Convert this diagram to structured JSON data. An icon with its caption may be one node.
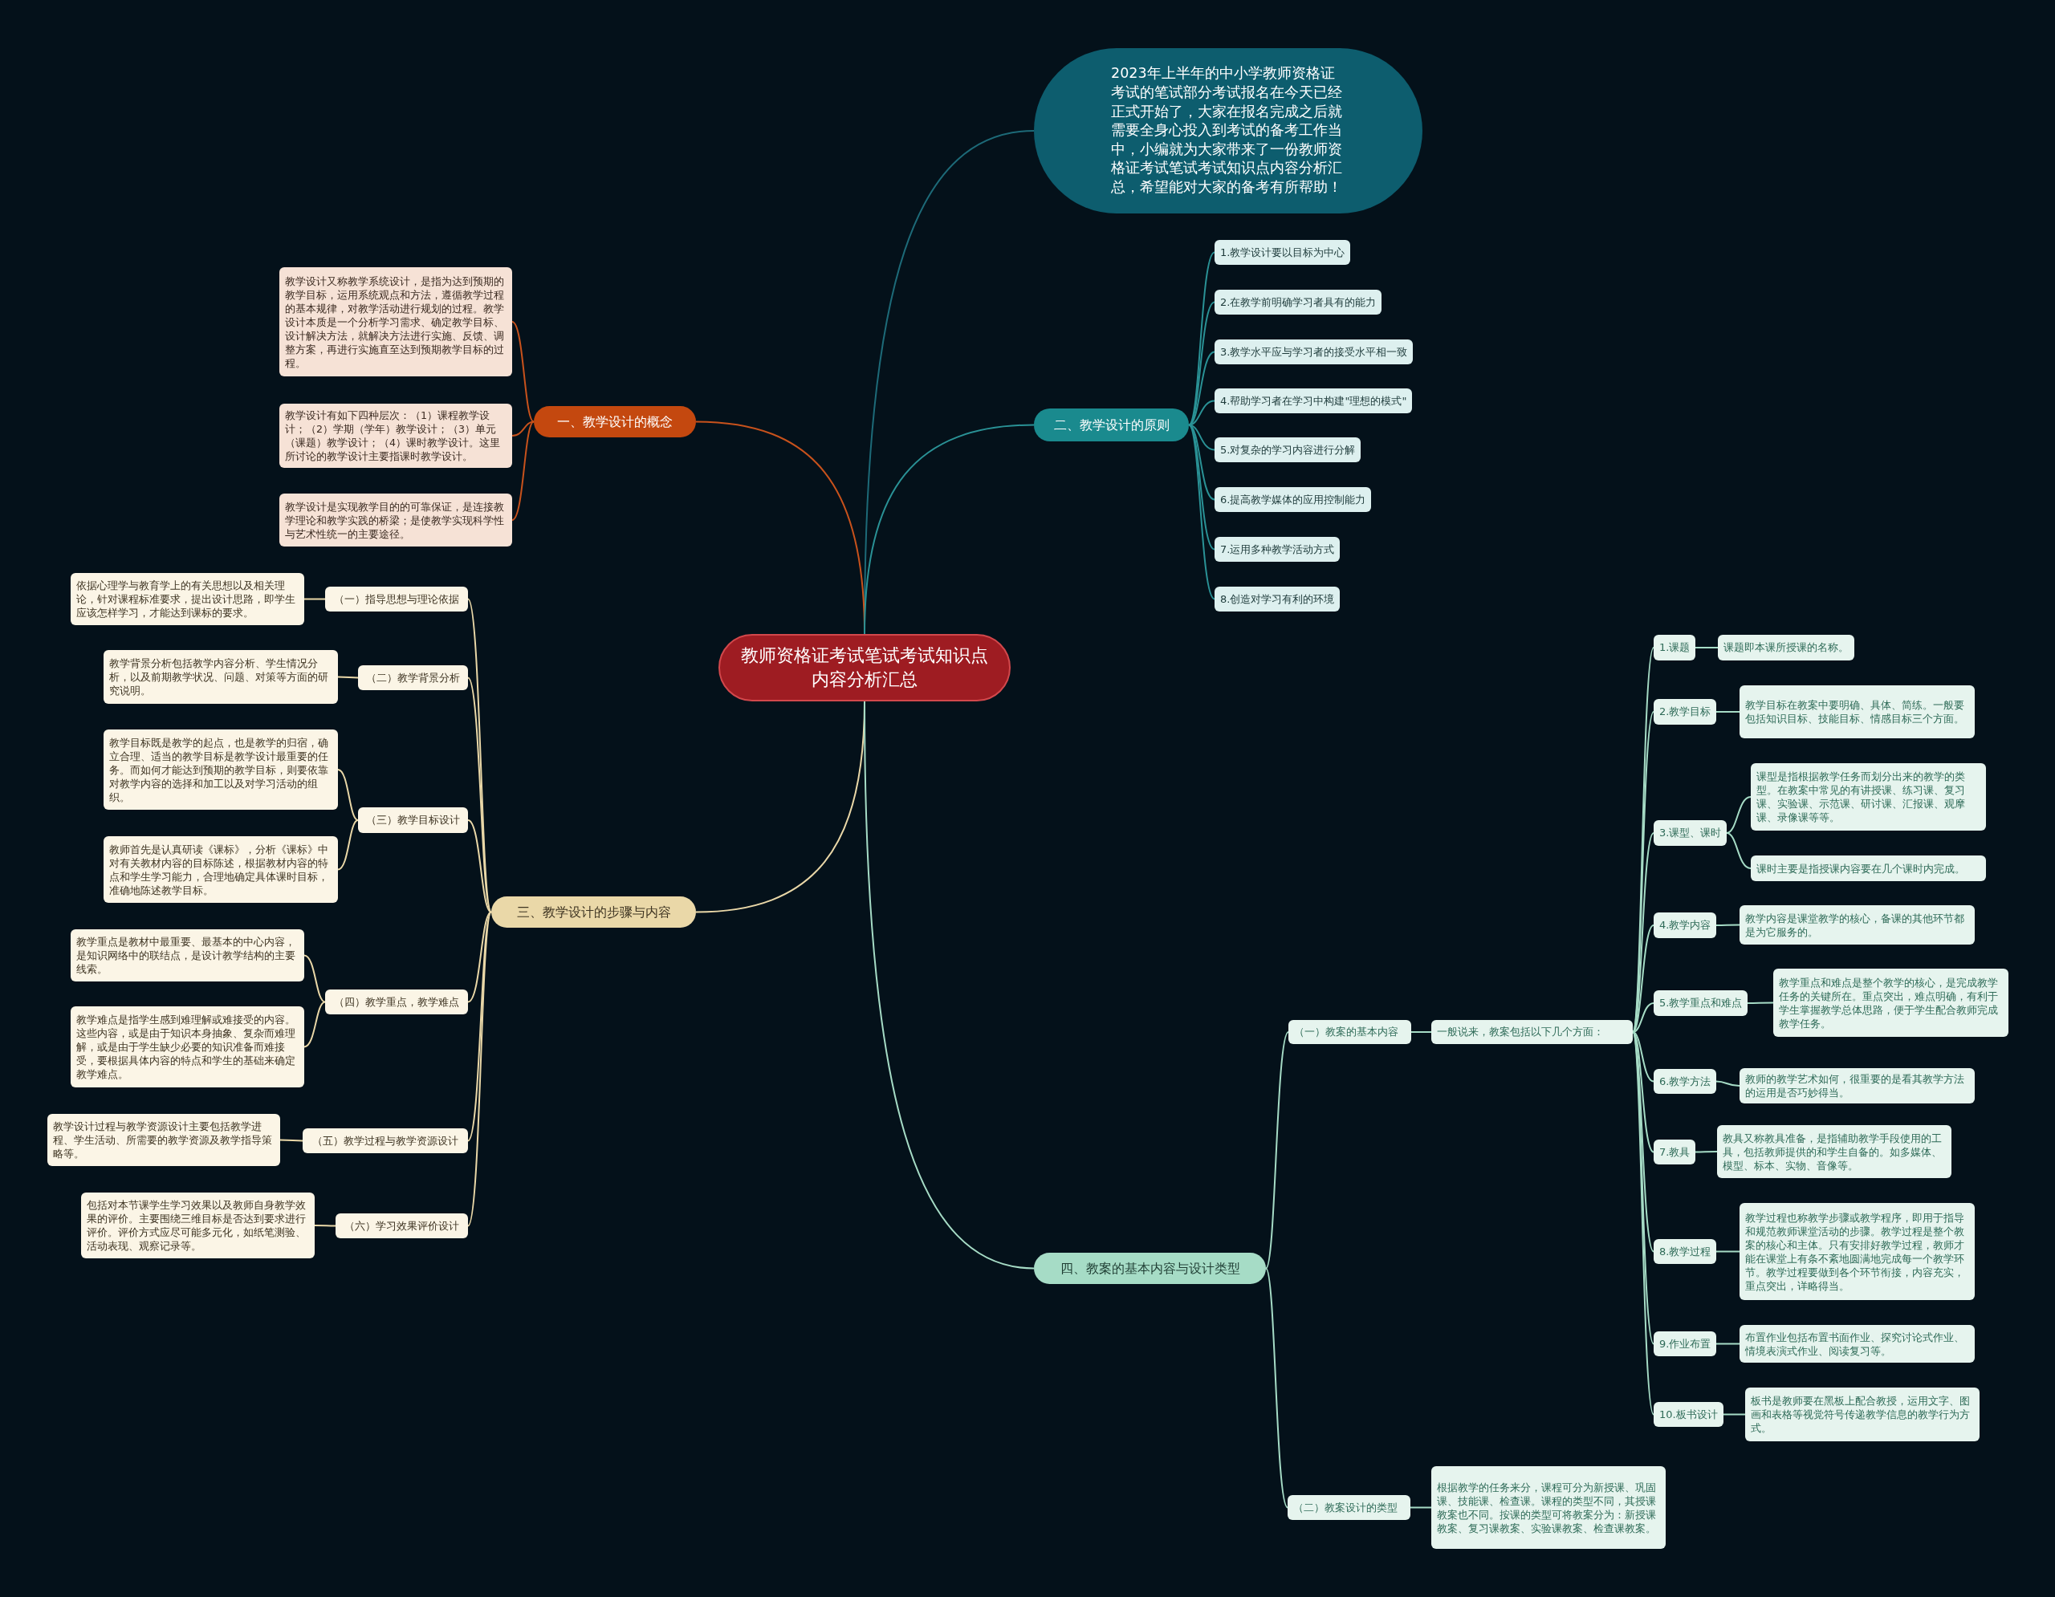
{
  "diagram": {
    "nodes": [
      {
        "text": [
          "教师资格证考试笔试考试知识点内容分析汇总"
        ]
      },
      {
        "text": [
          "2023年上半年的中小学教师资格证考试的笔试部分考试报名在今天已经正式开始了，大家在报名完成之后就需要全身心投入到考试的备考工作当中，小编就为大家带来了一份教师资格证考试笔试考试知识点内容分析汇总，希望能对大家的备考有所帮助！"
        ]
      },
      {
        "text": [
          "一、教学设计的概念"
        ]
      },
      {
        "text": [
          "教学设计又称教学系统设计，是指为达到预期的教学目标，运用系统观点和方法，遵循教学过程的基本规律，对教学活动进行规划的过程。教学设计本质是一个分析学习需求、确定教学目标、设计解决方法，就解决方法进行实施、反馈、调整方案，再进行实施直至达到预期教学目标的过程。"
        ]
      },
      {
        "text": [
          "教学设计有如下四种层次：（1）课程教学设计；（2）学期（学年）教学设计；（3）单元（课题）教学设计；（4）课时教学设计。这里所讨论的教学设计主要指课时教学设计。"
        ]
      },
      {
        "text": [
          "教学设计是实现教学目的的可靠保证，是连接教学理论和教学实践的桥梁；是使教学实现科学性与艺术性统一的主要途径。"
        ]
      },
      {
        "text": [
          "二、教学设计的原则"
        ]
      },
      {
        "text": [
          "1.教学设计要以目标为中心"
        ]
      },
      {
        "text": [
          "2.在教学前明确学习者具有的能力"
        ]
      },
      {
        "text": [
          "3.教学水平应与学习者的接受水平相一致"
        ]
      },
      {
        "text": [
          "4.帮助学习者在学习中构建\"理想的模式\""
        ]
      },
      {
        "text": [
          "5.对复杂的学习内容进行分解"
        ]
      },
      {
        "text": [
          "6.提高教学媒体的应用控制能力"
        ]
      },
      {
        "text": [
          "7.运用多种教学活动方式"
        ]
      },
      {
        "text": [
          "8.创造对学习有利的环境"
        ]
      },
      {
        "text": [
          "三、教学设计的步骤与内容"
        ]
      },
      {
        "text": [
          "（一）指导思想与理论依据"
        ]
      },
      {
        "text": [
          "依据心理学与教育学上的有关思想以及相关理论，针对课程标准要求，提出设计思路，即学生应该怎样学习，才能达到课标的要求。"
        ]
      },
      {
        "text": [
          "（二）教学背景分析"
        ]
      },
      {
        "text": [
          "教学背景分析包括教学内容分析、学生情况分析，以及前期教学状况、问题、对策等方面的研究说明。"
        ]
      },
      {
        "text": [
          "（三）教学目标设计"
        ]
      },
      {
        "text": [
          "教学目标既是教学的起点，也是教学的归宿，确立合理、适当的教学目标是教学设计最重要的任务。而如何才能达到预期的教学目标，则要依靠对教学内容的选择和加工以及对学习活动的组织。"
        ]
      },
      {
        "text": [
          "教师首先是认真研读《课标》，分析《课标》中对有关教材内容的目标陈述，根据教材内容的特点和学生学习能力，合理地确定具体课时目标，准确地陈述教学目标。"
        ]
      },
      {
        "text": [
          "（四）教学重点，教学难点"
        ]
      },
      {
        "text": [
          "教学重点是教材中最重要、最基本的中心内容，是知识网络中的联结点，是设计教学结构的主要线索。"
        ]
      },
      {
        "text": [
          "教学难点是指学生感到难理解或难接受的内容。这些内容，或是由于知识本身抽象、复杂而难理解，或是由于学生缺少必要的知识准备而难接受，要根据具体内容的特点和学生的基础来确定教学难点。"
        ]
      },
      {
        "text": [
          "（五）教学过程与教学资源设计"
        ]
      },
      {
        "text": [
          "教学设计过程与教学资源设计主要包括教学进程、学生活动、所需要的教学资源及教学指导策略等。"
        ]
      },
      {
        "text": [
          "（六）学习效果评价设计"
        ]
      },
      {
        "text": [
          "包括对本节课学生学习效果以及教师自身教学效果的评价。主要围绕三维目标是否达到要求进行评价。评价方式应尽可能多元化，如纸笔测验、活动表现、观察记录等。"
        ]
      },
      {
        "text": [
          "四、教案的基本内容与设计类型"
        ]
      },
      {
        "text": [
          "（一）教案的基本内容"
        ]
      },
      {
        "text": [
          "一般说来，教案包括以下几个方面："
        ]
      },
      {
        "text": [
          "1.课题"
        ]
      },
      {
        "text": [
          "课题即本课所授课的名称。"
        ]
      },
      {
        "text": [
          "2.教学目标"
        ]
      },
      {
        "text": [
          "教学目标在教案中要明确、具体、简练。一般要包括知识目标、技能目标、情感目标三个方面。"
        ]
      },
      {
        "text": [
          "3.课型、课时"
        ]
      },
      {
        "text": [
          "课型是指根据教学任务而划分出来的教学的类型。在教案中常见的有讲授课、练习课、复习课、实验课、示范课、研讨课、汇报课、观摩课、录像课等等。"
        ]
      },
      {
        "text": [
          "课时主要是指授课内容要在几个课时内完成。"
        ]
      },
      {
        "text": [
          "4.教学内容"
        ]
      },
      {
        "text": [
          "教学内容是课堂教学的核心，备课的其他环节都是为它服务的。"
        ]
      },
      {
        "text": [
          "5.教学重点和难点"
        ]
      },
      {
        "text": [
          "教学重点和难点是整个教学的核心，是完成教学任务的关键所在。重点突出，难点明确，有利于学生掌握教学总体思路，便于学生配合教师完成教学任务。"
        ]
      },
      {
        "text": [
          "6.教学方法"
        ]
      },
      {
        "text": [
          "教师的教学艺术如何，很重要的是看其教学方法的运用是否巧妙得当。"
        ]
      },
      {
        "text": [
          "7.教具"
        ]
      },
      {
        "text": [
          "教具又称教具准备，是指辅助教学手段使用的工具，包括教师提供的和学生自备的。如多媒体、模型、标本、实物、音像等。"
        ]
      },
      {
        "text": [
          "8.教学过程"
        ]
      },
      {
        "text": [
          "教学过程也称教学步骤或教学程序，即用于指导和规范教师课堂活动的步骤。教学过程是整个教案的核心和主体。只有安排好教学过程，教师才能在课堂上有条不紊地圆满地完成每一个教学环节。教学过程要做到各个环节衔接，内容充实，重点突出，详略得当。"
        ]
      },
      {
        "text": [
          "9.作业布置"
        ]
      },
      {
        "text": [
          "布置作业包括布置书面作业、探究讨论式作业、情境表演式作业、阅读复习等。"
        ]
      },
      {
        "text": [
          "10.板书设计"
        ]
      },
      {
        "text": [
          "板书是教师要在黑板上配合教授，运用文字、图画和表格等视觉符号传递教学信息的教学行为方式。"
        ]
      },
      {
        "text": [
          "（二）教案设计的类型"
        ]
      },
      {
        "text": [
          "根据教学的任务来分，课程可分为新授课、巩固课、技能课、检查课。课程的类型不同，其授课教案也不同。按课的类型可将教案分为：新授课教案、复习课教案、实验课教案、检查课教案。"
        ]
      }
    ],
    "edges": [
      {
        "from": 0,
        "to": 1,
        "arrow": "none",
        "color": "#1d6a78"
      },
      {
        "from": 0,
        "to": 2,
        "arrow": "none",
        "color": "#c8521c"
      },
      {
        "from": 2,
        "to": 3,
        "arrow": "none",
        "color": "#c8521c"
      },
      {
        "from": 2,
        "to": 4,
        "arrow": "none",
        "color": "#c8521c"
      },
      {
        "from": 2,
        "to": 5,
        "arrow": "none",
        "color": "#c8521c"
      },
      {
        "from": 0,
        "to": 6,
        "arrow": "none",
        "color": "#2a9296"
      },
      {
        "from": 6,
        "to": 7,
        "arrow": "none",
        "color": "#2a9296"
      },
      {
        "from": 6,
        "to": 8,
        "arrow": "none",
        "color": "#2a9296"
      },
      {
        "from": 6,
        "to": 9,
        "arrow": "none",
        "color": "#2a9296"
      },
      {
        "from": 6,
        "to": 10,
        "arrow": "none",
        "color": "#2a9296"
      },
      {
        "from": 6,
        "to": 11,
        "arrow": "none",
        "color": "#2a9296"
      },
      {
        "from": 6,
        "to": 12,
        "arrow": "none",
        "color": "#2a9296"
      },
      {
        "from": 6,
        "to": 13,
        "arrow": "none",
        "color": "#2a9296"
      },
      {
        "from": 6,
        "to": 14,
        "arrow": "none",
        "color": "#2a9296"
      },
      {
        "from": 0,
        "to": 15,
        "arrow": "none",
        "color": "#ead8a8"
      },
      {
        "from": 15,
        "to": 16,
        "arrow": "none",
        "color": "#ead8a8"
      },
      {
        "from": 16,
        "to": 17,
        "arrow": "none",
        "color": "#ead8a8"
      },
      {
        "from": 15,
        "to": 18,
        "arrow": "none",
        "color": "#ead8a8"
      },
      {
        "from": 18,
        "to": 19,
        "arrow": "none",
        "color": "#ead8a8"
      },
      {
        "from": 15,
        "to": 20,
        "arrow": "none",
        "color": "#ead8a8"
      },
      {
        "from": 20,
        "to": 21,
        "arrow": "none",
        "color": "#ead8a8"
      },
      {
        "from": 20,
        "to": 22,
        "arrow": "none",
        "color": "#ead8a8"
      },
      {
        "from": 15,
        "to": 23,
        "arrow": "none",
        "color": "#ead8a8"
      },
      {
        "from": 23,
        "to": 24,
        "arrow": "none",
        "color": "#ead8a8"
      },
      {
        "from": 23,
        "to": 25,
        "arrow": "none",
        "color": "#ead8a8"
      },
      {
        "from": 15,
        "to": 26,
        "arrow": "none",
        "color": "#ead8a8"
      },
      {
        "from": 26,
        "to": 27,
        "arrow": "none",
        "color": "#ead8a8"
      },
      {
        "from": 15,
        "to": 28,
        "arrow": "none",
        "color": "#ead8a8"
      },
      {
        "from": 28,
        "to": 29,
        "arrow": "none",
        "color": "#ead8a8"
      },
      {
        "from": 0,
        "to": 30,
        "arrow": "none"
      },
      {
        "from": 30,
        "to": 31,
        "arrow": "none"
      },
      {
        "from": 31,
        "to": 32,
        "arrow": "none"
      },
      {
        "from": 32,
        "to": 33,
        "arrow": "none"
      },
      {
        "from": 33,
        "to": 34,
        "arrow": "none"
      },
      {
        "from": 32,
        "to": 35,
        "arrow": "none"
      },
      {
        "from": 35,
        "to": 36,
        "arrow": "none"
      },
      {
        "from": 32,
        "to": 37,
        "arrow": "none"
      },
      {
        "from": 37,
        "to": 38,
        "arrow": "none"
      },
      {
        "from": 37,
        "to": 39,
        "arrow": "none"
      },
      {
        "from": 32,
        "to": 40,
        "arrow": "none"
      },
      {
        "from": 40,
        "to": 41,
        "arrow": "none"
      },
      {
        "from": 32,
        "to": 42,
        "arrow": "none"
      },
      {
        "from": 42,
        "to": 43,
        "arrow": "none"
      },
      {
        "from": 32,
        "to": 44,
        "arrow": "none"
      },
      {
        "from": 44,
        "to": 45,
        "arrow": "none"
      },
      {
        "from": 32,
        "to": 46,
        "arrow": "none"
      },
      {
        "from": 46,
        "to": 47,
        "arrow": "none"
      },
      {
        "from": 32,
        "to": 48,
        "arrow": "none"
      },
      {
        "from": 48,
        "to": 49,
        "arrow": "none"
      },
      {
        "from": 32,
        "to": 50,
        "arrow": "none"
      },
      {
        "from": 50,
        "to": 51,
        "arrow": "none"
      },
      {
        "from": 32,
        "to": 52,
        "arrow": "none"
      },
      {
        "from": 52,
        "to": 53,
        "arrow": "none"
      },
      {
        "from": 30,
        "to": 54,
        "arrow": "none"
      },
      {
        "from": 54,
        "to": 55,
        "arrow": "none"
      }
    ]
  }
}
